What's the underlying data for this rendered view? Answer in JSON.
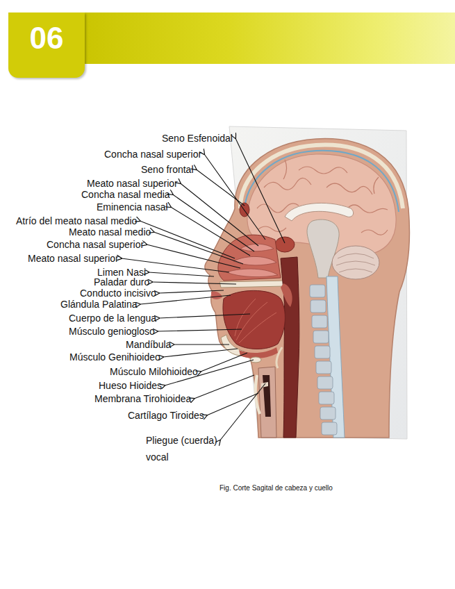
{
  "diagram": {
    "title": "06",
    "caption": "Fig. Corte Sagital de cabeza y cuello",
    "labels": [
      "Seno Esfenoidal",
      "Concha nasal superior",
      "Seno frontal",
      "Meato nasal superior",
      "Concha nasal media",
      "Eminencia nasal",
      "Atrío del meato nasal medio",
      "Meato nasal medio",
      "Concha nasal superior",
      "Meato nasal superior",
      "Limen Nasi",
      "Paladar duro",
      "Conducto incisivo",
      "Glándula Palatina",
      "Cuerpo de la lengua",
      "Músculo geniogloso",
      "Mandíbula",
      "Músculo Genihioideo",
      "Músculo Milohioideo",
      "Hueso Hioides",
      "Membrana Tirohioidea",
      "Cartílago Tiroides",
      "Pliegue (cuerda) vocal"
    ]
  }
}
